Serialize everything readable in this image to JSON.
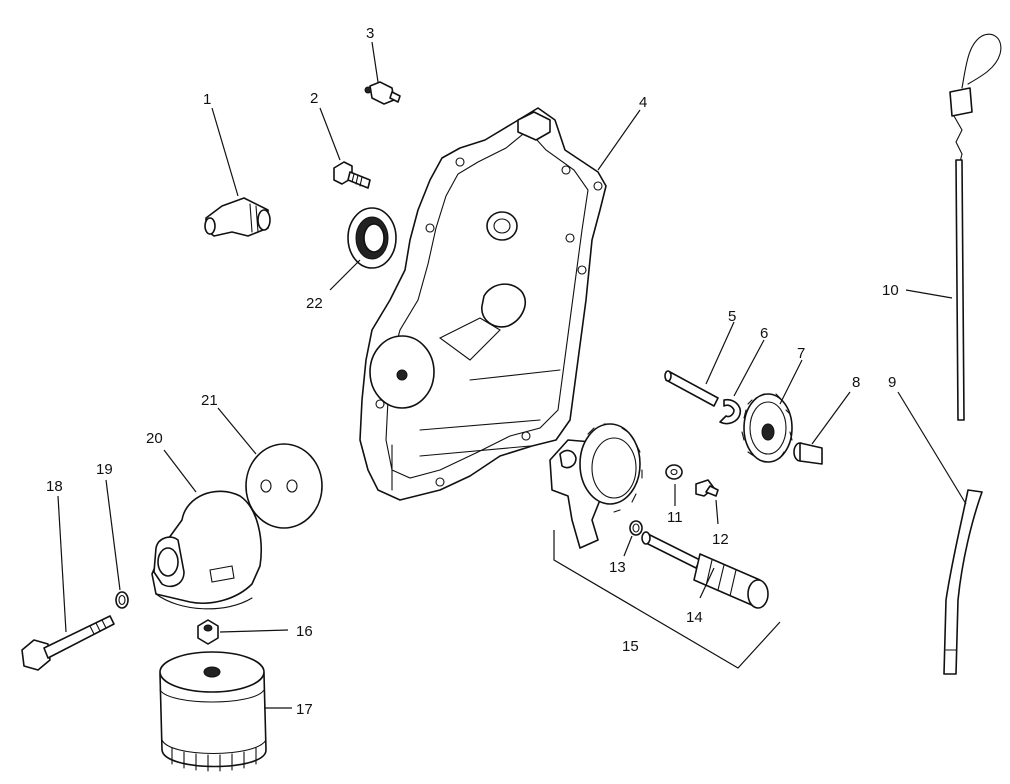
{
  "diagram": {
    "callouts": [
      "1",
      "2",
      "3",
      "4",
      "5",
      "6",
      "7",
      "8",
      "9",
      "10",
      "11",
      "12",
      "13",
      "14",
      "15",
      "16",
      "17",
      "18",
      "19",
      "20",
      "21",
      "22"
    ],
    "parts": [
      {
        "ref": "1",
        "icon": "elbow-fitting-icon"
      },
      {
        "ref": "2",
        "icon": "bolt-icon"
      },
      {
        "ref": "3",
        "icon": "pressure-switch-icon"
      },
      {
        "ref": "4",
        "icon": "gear-cover-icon"
      },
      {
        "ref": "5",
        "icon": "shaft-pin-icon"
      },
      {
        "ref": "6",
        "icon": "e-clip-icon"
      },
      {
        "ref": "7",
        "icon": "idler-gear-icon"
      },
      {
        "ref": "8",
        "icon": "plug-icon"
      },
      {
        "ref": "9",
        "icon": "dipstick-tube-icon"
      },
      {
        "ref": "10",
        "icon": "dipstick-icon"
      },
      {
        "ref": "11",
        "icon": "washer-icon"
      },
      {
        "ref": "12",
        "icon": "screw-icon"
      },
      {
        "ref": "13",
        "icon": "o-ring-icon"
      },
      {
        "ref": "14",
        "icon": "oil-strainer-icon"
      },
      {
        "ref": "15",
        "icon": "oil-pump-assembly-icon"
      },
      {
        "ref": "16",
        "icon": "nipple-fitting-icon"
      },
      {
        "ref": "17",
        "icon": "oil-filter-icon"
      },
      {
        "ref": "18",
        "icon": "long-bolt-icon"
      },
      {
        "ref": "19",
        "icon": "o-ring-icon"
      },
      {
        "ref": "20",
        "icon": "filter-adapter-icon"
      },
      {
        "ref": "21",
        "icon": "gasket-icon"
      },
      {
        "ref": "22",
        "icon": "oil-seal-icon"
      }
    ]
  }
}
